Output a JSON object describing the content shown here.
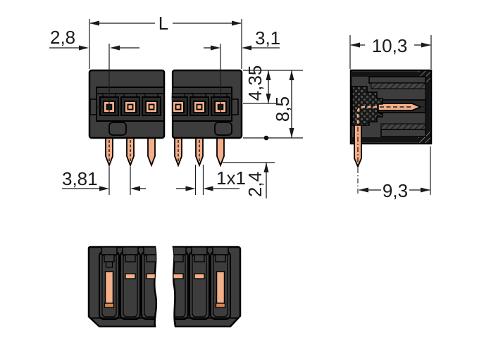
{
  "drawing": {
    "type": "connector-technical-dimension-drawing",
    "colors": {
      "housing": "#3d3d3d",
      "housing_recess": "#353535",
      "pin_frame": "#2a2a2a",
      "copper": "#f2b08a",
      "copper_dark": "#d0854f",
      "outline": "#000000",
      "dimension": "#1a1a1a",
      "background": "#ffffff"
    },
    "views": {
      "front": "front-view-with-solder-pins",
      "side": "side-section-view-angled-pin",
      "bottom": "bottom-view-pin-channels"
    },
    "dimensions": {
      "total_length": "L",
      "first_pin_offset": "2,8",
      "last_pin_offset": "3,1",
      "pin_row_depth": "4,35",
      "housing_height": "8,5",
      "pin_pitch": "3,81",
      "pin_cross_section": "1x1",
      "pin_protrusion": "2,4",
      "housing_depth": "10,3",
      "pin_center_to_back": "9,3"
    }
  }
}
